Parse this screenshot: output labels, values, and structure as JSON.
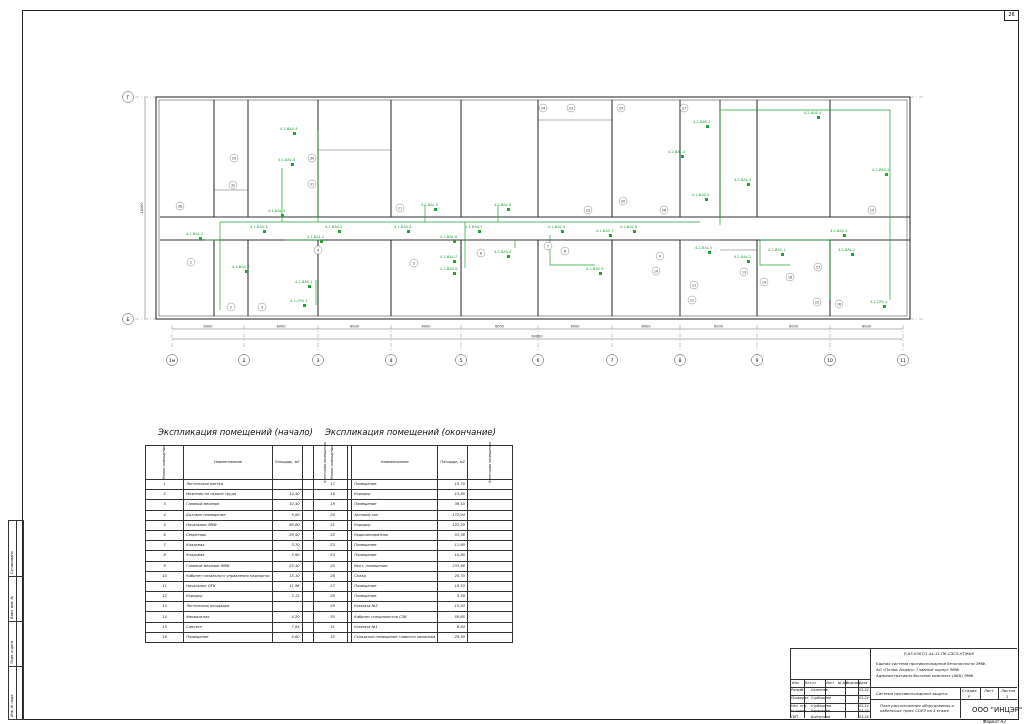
{
  "sheet": {
    "number": "26",
    "format": "Формат А3"
  },
  "plan": {
    "axis_rows": [
      "Г",
      "Б"
    ],
    "axis_cols": [
      "1м",
      "2",
      "3",
      "4",
      "5",
      "6",
      "7",
      "8",
      "9",
      "10",
      "11"
    ],
    "room_numbers": [
      "1",
      "2",
      "3",
      "4",
      "5",
      "6",
      "7",
      "8",
      "9",
      "10",
      "11",
      "12",
      "13",
      "14",
      "15",
      "16",
      "17",
      "18",
      "19",
      "20",
      "21",
      "22",
      "23",
      "24",
      "25",
      "26",
      "27",
      "28",
      "29",
      "30",
      "31",
      "32"
    ],
    "dims": [
      "6000",
      "6000",
      "6000",
      "6000",
      "6000",
      "6000",
      "6000",
      "6000",
      "6000",
      "6000"
    ],
    "total_dim": "60000",
    "side_dim": "18000",
    "devices": [
      {
        "id": "d1",
        "label": "4.1.BAS.4"
      },
      {
        "id": "d2",
        "label": "4.1.BAL.4"
      },
      {
        "id": "d3",
        "label": "4.1.BAL.3"
      },
      {
        "id": "d4",
        "label": "4.1.BAL.1"
      },
      {
        "id": "d5",
        "label": "4.1.BAS.3"
      },
      {
        "id": "d6",
        "label": "4.1.BAS.5"
      },
      {
        "id": "d7",
        "label": "4.1.BAL.2"
      },
      {
        "id": "d8",
        "label": "4.1.BAS.2"
      },
      {
        "id": "d9",
        "label": "4.1.BAS.1"
      },
      {
        "id": "d10",
        "label": "4.1.CPU.1"
      },
      {
        "id": "d11",
        "label": "4.1.BAL.5"
      },
      {
        "id": "d12",
        "label": "4.1.BAS.6"
      },
      {
        "id": "d13",
        "label": "4.1.BAL.6"
      },
      {
        "id": "d14",
        "label": "4.1.BAS.7"
      },
      {
        "id": "d15",
        "label": "4.1.BAL.7"
      },
      {
        "id": "d16",
        "label": "4.1.BAS.8"
      },
      {
        "id": "d17",
        "label": "4.2.BAL.8"
      },
      {
        "id": "d18",
        "label": "4.2.BAS.8"
      },
      {
        "id": "d19",
        "label": "4.2.BAL.9"
      },
      {
        "id": "d20",
        "label": "4.2.BAS.7"
      },
      {
        "id": "d21",
        "label": "4.2.BAL.6"
      },
      {
        "id": "d22",
        "label": "4.2.BAS.9"
      },
      {
        "id": "d23",
        "label": "4.2.BAS.3"
      },
      {
        "id": "d24",
        "label": "4.2.BAL.4"
      },
      {
        "id": "d25",
        "label": "4.2.BAL.3"
      },
      {
        "id": "d26",
        "label": "4.2.BAS.6"
      },
      {
        "id": "d27",
        "label": "4.2.BAL.5"
      },
      {
        "id": "d28",
        "label": "4.2.BAS.4"
      },
      {
        "id": "d29",
        "label": "4.2.BAS.2"
      },
      {
        "id": "d30",
        "label": "4.2.BAS.1"
      },
      {
        "id": "d31",
        "label": "4.2.BAL.1"
      },
      {
        "id": "d32",
        "label": "4.2.BAL.2"
      },
      {
        "id": "d33",
        "label": "4.2.BAS.5"
      },
      {
        "id": "d34",
        "label": "4.2.CPU.2"
      }
    ]
  },
  "explication1": {
    "title": "Экспликация помещений (начало)",
    "headers": {
      "num": "Номер помещения",
      "name": "Наименование",
      "area": "Площадь, м2",
      "cat": "Категория помещения"
    },
    "rows": [
      {
        "n": "1",
        "name": "Лестничная клетка",
        "area": ""
      },
      {
        "n": "2",
        "name": "Инженер по охране труда",
        "area": "14,40"
      },
      {
        "n": "3",
        "name": "Главный механик",
        "area": "32,40"
      },
      {
        "n": "4",
        "name": "Бытовое помещение",
        "area": "9,00"
      },
      {
        "n": "5",
        "name": "Начальник ЭМФ",
        "area": "60,80"
      },
      {
        "n": "6",
        "name": "Секретарь",
        "area": "29,50"
      },
      {
        "n": "7",
        "name": "Кладовая",
        "area": "3,70"
      },
      {
        "n": "8",
        "name": "Кладовая",
        "area": "3,90"
      },
      {
        "n": "9",
        "name": "Главный механик ЭМФ",
        "area": "25,40"
      },
      {
        "n": "10",
        "name": "Кабинет начального управления надзорнос",
        "area": "15,10"
      },
      {
        "n": "11",
        "name": "Начальник ОТК",
        "area": "11,96"
      },
      {
        "n": "12",
        "name": "Коридор",
        "area": "3,12"
      },
      {
        "n": "13",
        "name": "Лестничная площадка",
        "area": ""
      },
      {
        "n": "14",
        "name": "Умывальная",
        "area": "4,20"
      },
      {
        "n": "15",
        "name": "Санузел",
        "area": "7,84"
      },
      {
        "n": "16",
        "name": "Помещение",
        "area": "5,60"
      }
    ]
  },
  "explication2": {
    "title": "Экспликация помещений (окончание)",
    "headers": {
      "num": "Номер помещения",
      "name": "Наименование",
      "area": "Площадь, м2",
      "cat": "Категория помещения"
    },
    "rows": [
      {
        "n": "17",
        "name": "Помещение",
        "area": "15,70"
      },
      {
        "n": "18",
        "name": "Коридор",
        "area": "13,85"
      },
      {
        "n": "19",
        "name": "Помещение",
        "area": "36,10"
      },
      {
        "n": "20",
        "name": "Актовый зал",
        "area": "172,94"
      },
      {
        "n": "21",
        "name": "Коридор",
        "area": "122,20"
      },
      {
        "n": "22",
        "name": "Радиоаппаратная",
        "area": "53,36"
      },
      {
        "n": "23",
        "name": "Помещение",
        "area": "11,60"
      },
      {
        "n": "24",
        "name": "Помещение",
        "area": "10,80"
      },
      {
        "n": "25",
        "name": "Вент. помещение",
        "area": "233,98"
      },
      {
        "n": "26",
        "name": "Склад",
        "area": "20,70"
      },
      {
        "n": "27",
        "name": "Помещение",
        "area": "18,33"
      },
      {
        "n": "28",
        "name": "Помещение",
        "area": "5,39"
      },
      {
        "n": "29",
        "name": "Комната №2",
        "area": "15,93"
      },
      {
        "n": "30",
        "name": "Кабинет специалистов СЗИ",
        "area": "59,65"
      },
      {
        "n": "31",
        "name": "Комната №1",
        "area": "6,84"
      },
      {
        "n": "32",
        "name": "Складское помещение главного механика",
        "area": "29,50"
      }
    ]
  },
  "binding_strip": [
    "Инв. № подл.",
    "Подп. и дата",
    "Взам. инв. №",
    "Согласовано"
  ],
  "title_block": {
    "code": "Р-АЗ-0307/1-44-11-ПК-СЗСЗ-НТЖ08",
    "project_lines": [
      "Единая система противопожарной безопасности ЭМФ.",
      "АО «Полюс Алдан». Главный корпус ЭМФ.",
      "Административно-бытовой комплекс (АБК) ЭМФ."
    ],
    "header_cells": [
      "Изм.",
      "Кол.уч",
      "Лист",
      "№ док.",
      "Подпись",
      "Дата"
    ],
    "people": [
      {
        "role": "Разраб.",
        "name": "Селезнев",
        "date": "03.24"
      },
      {
        "role": "Проверил",
        "name": "Сурбашева",
        "date": "03.24"
      },
      {
        "role": "Нач. отд.",
        "name": "Сурбашева",
        "date": "03.24"
      },
      {
        "role": "Н. контр.",
        "name": "Червякова",
        "date": "03.24"
      },
      {
        "role": "ГИП",
        "name": "Бойнухова",
        "date": "03.24"
      }
    ],
    "system_title": "Система противопожарной защиты",
    "stage_headers": [
      "Стадия",
      "Лист",
      "Листов"
    ],
    "stage_values": [
      "Р",
      "",
      "1"
    ],
    "sheet_title": "План расположения оборудования и кабельных трасс СОУЭ на 4 этаже",
    "company": "ООО \"ИНЦЭР\""
  },
  "colors": {
    "line": "#333333",
    "device": "#22a33a",
    "frame": "#222222"
  }
}
